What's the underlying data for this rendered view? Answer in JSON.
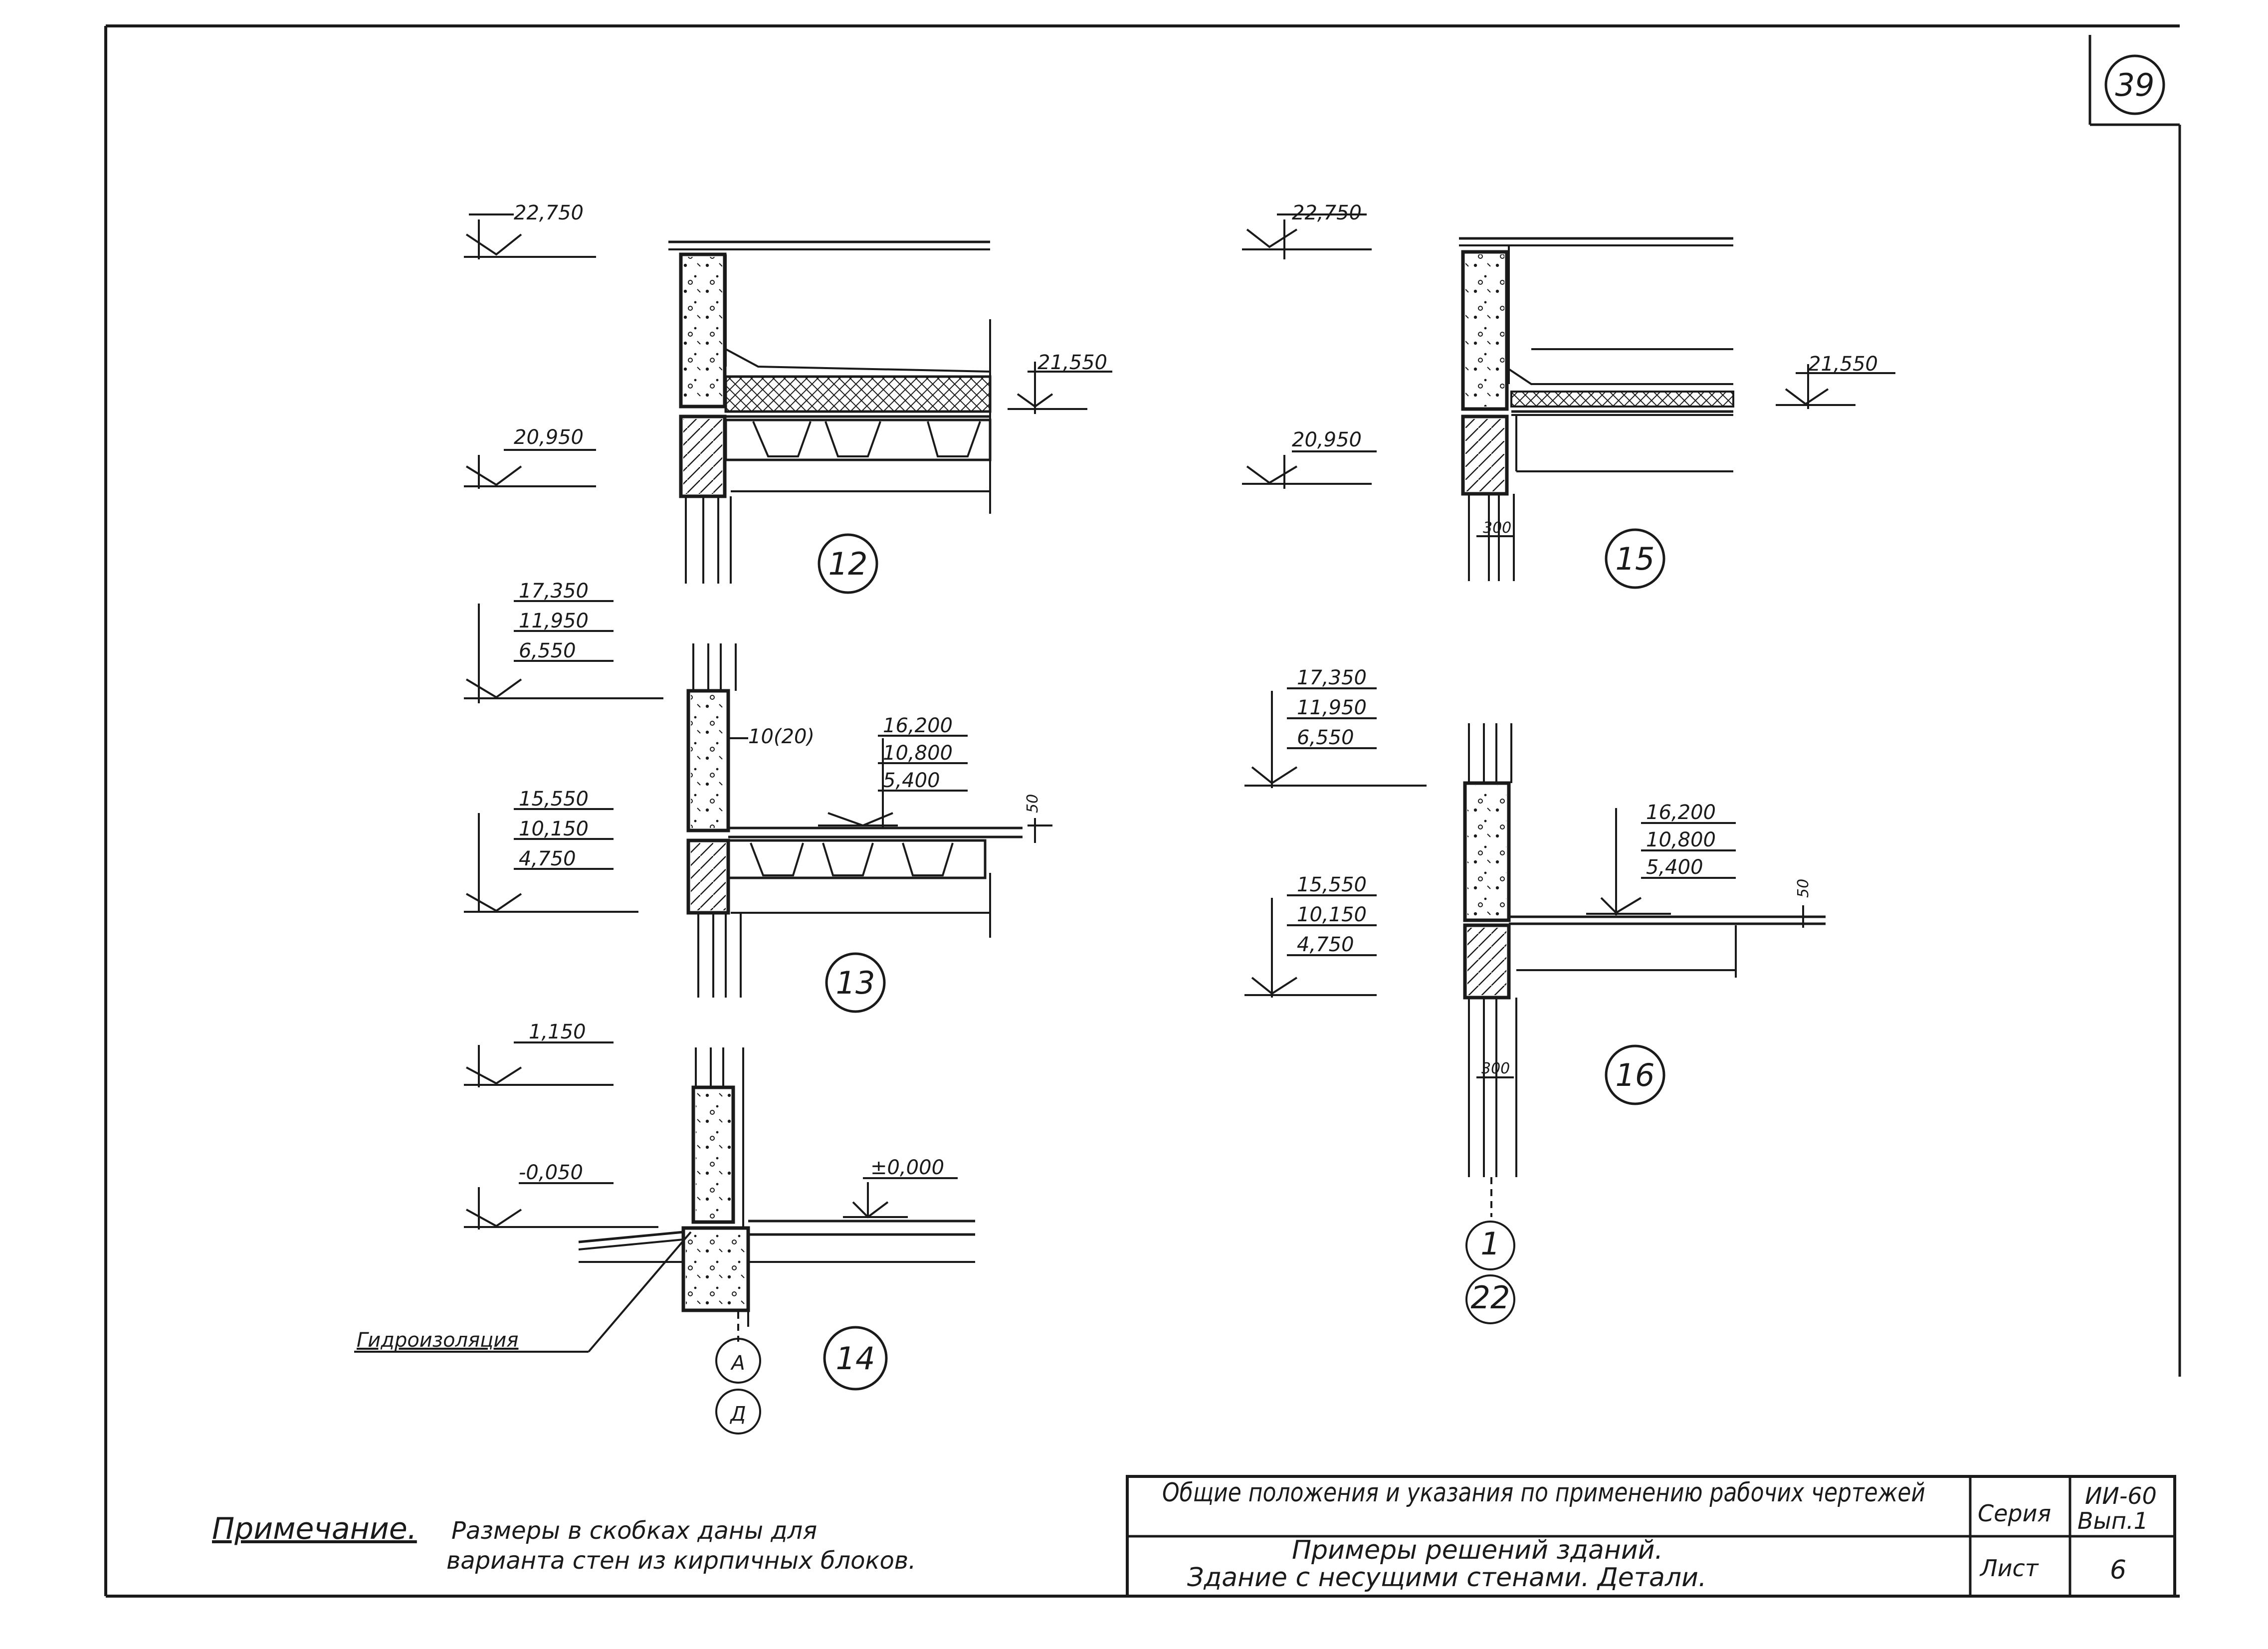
{
  "sheet": {
    "number": "39"
  },
  "details": {
    "d12": {
      "mark": "12",
      "top_elev": "22,750",
      "mid_elev": "20,950",
      "floor_elev": "21,550"
    },
    "d15": {
      "mark": "15",
      "top_elev": "22,750",
      "mid_elev": "20,950",
      "floor_elev": "21,550",
      "dim": "300"
    },
    "d13": {
      "mark": "13",
      "upper_elevs": [
        "17,350",
        "11,950",
        "6,550"
      ],
      "lower_elevs": [
        "15,550",
        "10,150",
        "4,750"
      ],
      "floor_elevs": [
        "16,200",
        "10,800",
        "5,400"
      ],
      "wall_dim": "10(20)",
      "dim": "50"
    },
    "d16": {
      "mark": "16",
      "upper_elevs": [
        "17,350",
        "11,950",
        "6,550"
      ],
      "lower_elevs": [
        "15,550",
        "10,150",
        "4,750"
      ],
      "floor_elevs": [
        "16,200",
        "10,800",
        "5,400"
      ],
      "dim_wall": "300",
      "dim": "50"
    },
    "d14": {
      "mark": "14",
      "top_elev": "1,150",
      "ground_elev": "-0,050",
      "floor_elev": "±0,000",
      "label": "Гидроизоляция",
      "axes": [
        "А",
        "Д"
      ]
    },
    "axes_right": [
      "1",
      "22"
    ]
  },
  "note": {
    "title": "Примечание.",
    "line1": "Размеры в скобках даны для",
    "line2": "варианта стен из кирпичных блоков."
  },
  "title_block": {
    "general": "Общие положения и указания по применению рабочих чертежей",
    "subtitle_line1": "Примеры решений зданий.",
    "subtitle_line2": "Здание с несущими стенами. Детали.",
    "series_label": "Серия",
    "series_value": "ИИ-60",
    "issue_value": "Вып.1",
    "sheet_label": "Лист",
    "sheet_value": "6"
  }
}
